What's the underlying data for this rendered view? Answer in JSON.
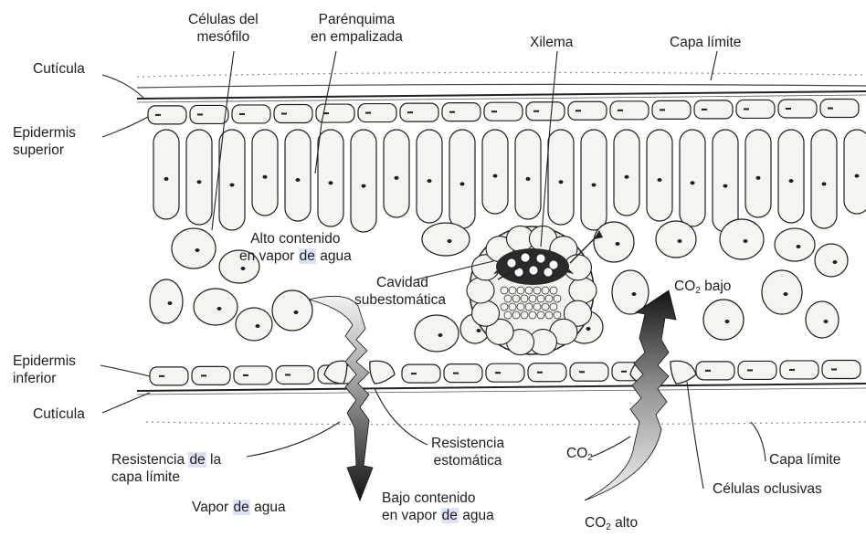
{
  "labels": {
    "celulas_mesofilo": [
      "Células del",
      "mesófilo"
    ],
    "parenquima": [
      "Parénquima",
      "en empalizada"
    ],
    "xilema": "Xilema",
    "capa_limite_top": "Capa límite",
    "cuticula_top": "Cutícula",
    "epidermis_superior": [
      "Epidermis",
      "superior"
    ],
    "alto_contenido": [
      "Alto contenido",
      "en vapor de agua"
    ],
    "cavidad": [
      "Cavidad",
      "subestomática"
    ],
    "co2_bajo": "CO₂ bajo",
    "epidermis_inferior": [
      "Epidermis",
      "inferior"
    ],
    "cuticula_bottom": "Cutícula",
    "resistencia_estomatica": [
      "Resistencia",
      "estomática"
    ],
    "resistencia_capa": [
      "Resistencia de la",
      "capa límite"
    ],
    "capa_limite_bottom": "Capa límite",
    "co2": "CO₂",
    "celulas_oclusivas": "Células oclusivas",
    "vapor_de_agua": "Vapor de agua",
    "bajo_contenido": [
      "Bajo contenido",
      "en vapor de agua"
    ],
    "co2_alto": "CO₂ alto"
  },
  "colors": {
    "ink": "#1e1e1e",
    "highlight": "#dfe3f7",
    "cell_fill": "#f4f4f0",
    "vascular_dark": "#2a2a2a"
  }
}
